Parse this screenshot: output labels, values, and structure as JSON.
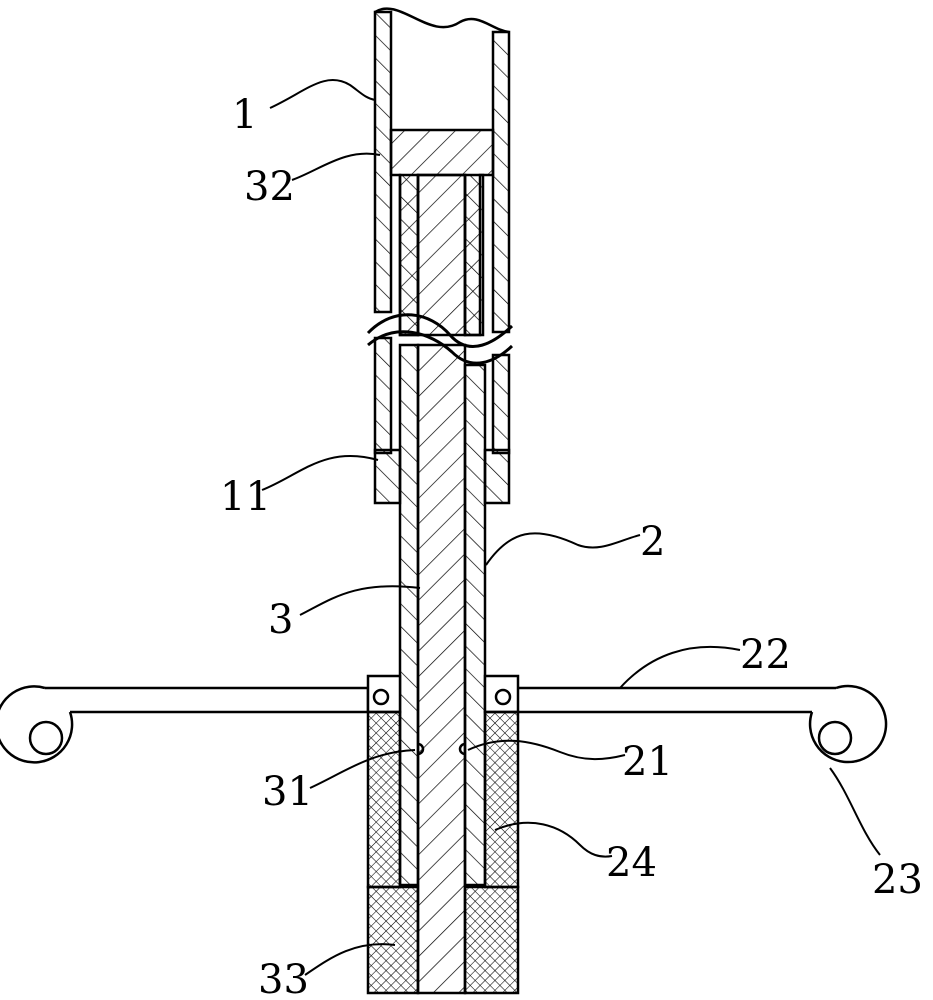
{
  "labels": {
    "l1": "1",
    "l32": "32",
    "l11": "11",
    "l2": "2",
    "l3": "3",
    "l22": "22",
    "l31": "31",
    "l21": "21",
    "l24": "24",
    "l23": "23",
    "l33": "33"
  },
  "colors": {
    "line": "#000000",
    "background": "#ffffff"
  }
}
